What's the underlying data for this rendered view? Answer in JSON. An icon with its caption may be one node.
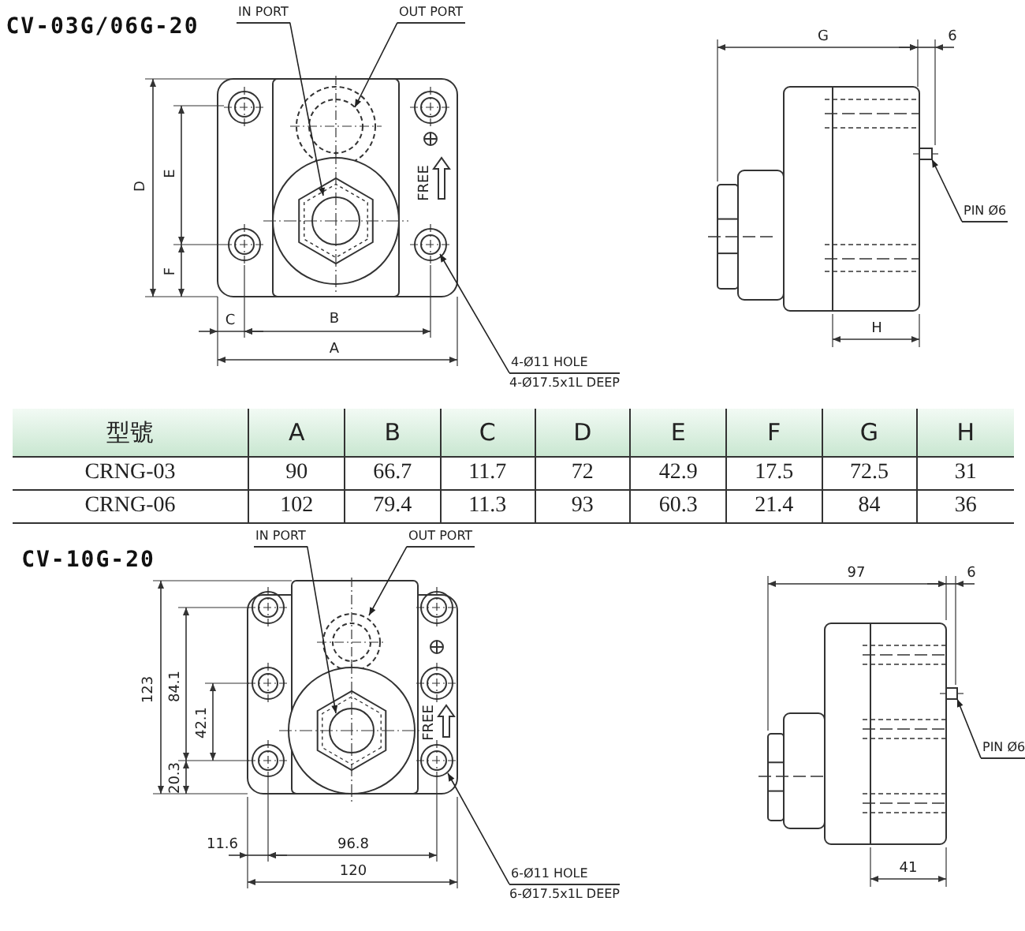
{
  "diagram": {
    "nodes": [
      {
        "text": [
          "IN PORT"
        ]
      },
      {
        "text": [
          "OUT PORT"
        ]
      },
      {
        "text": [
          "4-Ø11 HOLE",
          "4-Ø17.5x1L DEEP"
        ]
      },
      {
        "text": [
          "PIN Ø6"
        ]
      },
      {
        "text": [
          "IN PORT"
        ]
      },
      {
        "text": [
          "OUT PORT"
        ]
      },
      {
        "text": [
          "6-Ø11 HOLE",
          "6-Ø17.5x1L DEEP"
        ]
      },
      {
        "text": [
          "PIN Ø6"
        ]
      },
      {
        "text": [],
        "shape": "box"
      },
      {
        "text": [],
        "shape": "box"
      }
    ],
    "edges": [
      {
        "from": 0,
        "to": null,
        "arrow": "to"
      },
      {
        "from": 1,
        "to": null,
        "arrow": "to"
      },
      {
        "from": 2,
        "to": null,
        "arrow": "to"
      },
      {
        "from": 3,
        "to": 8,
        "arrow": "to"
      },
      {
        "from": 4,
        "to": null,
        "arrow": "to"
      },
      {
        "from": 5,
        "to": null,
        "arrow": "to"
      },
      {
        "from": 6,
        "to": null,
        "arrow": "to"
      },
      {
        "from": 7,
        "to": 9,
        "arrow": "to"
      }
    ],
    "labels": [
      "CV-03G/06G-20",
      "D",
      "E",
      "F",
      "FREE",
      "C",
      "B",
      "A",
      "G",
      "6",
      "H",
      "型號",
      "A",
      "B",
      "C",
      "D",
      "E",
      "F",
      "G",
      "H",
      "CRNG-03",
      "90",
      "66.7",
      "11.7",
      "72",
      "42.9",
      "17.5",
      "72.5",
      "31",
      "CRNG-06",
      "102",
      "79.4",
      "11.3",
      "93",
      "60.3",
      "21.4",
      "84",
      "36",
      "CV-10G-20",
      "123",
      "84.1",
      "42.1",
      "20.3",
      "FREE",
      "11.6",
      "96.8",
      "120",
      "97",
      "6",
      "41"
    ]
  }
}
